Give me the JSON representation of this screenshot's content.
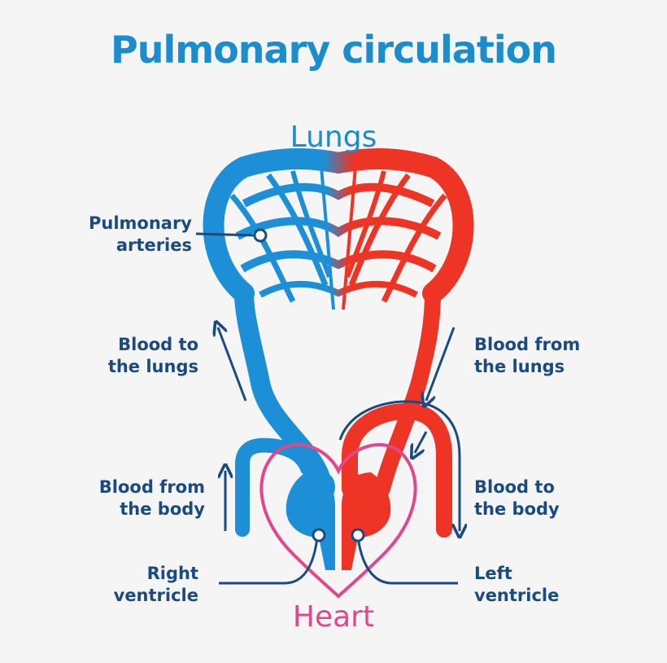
{
  "title": "Pulmonary circulation",
  "organs": {
    "lungs": "Lungs",
    "heart": "Heart"
  },
  "labels": {
    "pulmonary_arteries": [
      "Pulmonary",
      "arteries"
    ],
    "blood_to_lungs": [
      "Blood to",
      "the lungs"
    ],
    "blood_from_lungs": [
      "Blood from",
      "the lungs"
    ],
    "blood_from_body": [
      "Blood from",
      "the body"
    ],
    "blood_to_body": [
      "Blood to",
      "the body"
    ],
    "right_ventricle": [
      "Right",
      "ventricle"
    ],
    "left_ventricle": [
      "Left",
      "ventricle"
    ]
  },
  "colors": {
    "deoxygenated": "#1d8fd6",
    "oxygenated": "#ee3424",
    "heart_outline": "#e0478c",
    "label_text": "#1a4b80",
    "title": "#1b8ccc",
    "background": "#f5f5f6"
  }
}
